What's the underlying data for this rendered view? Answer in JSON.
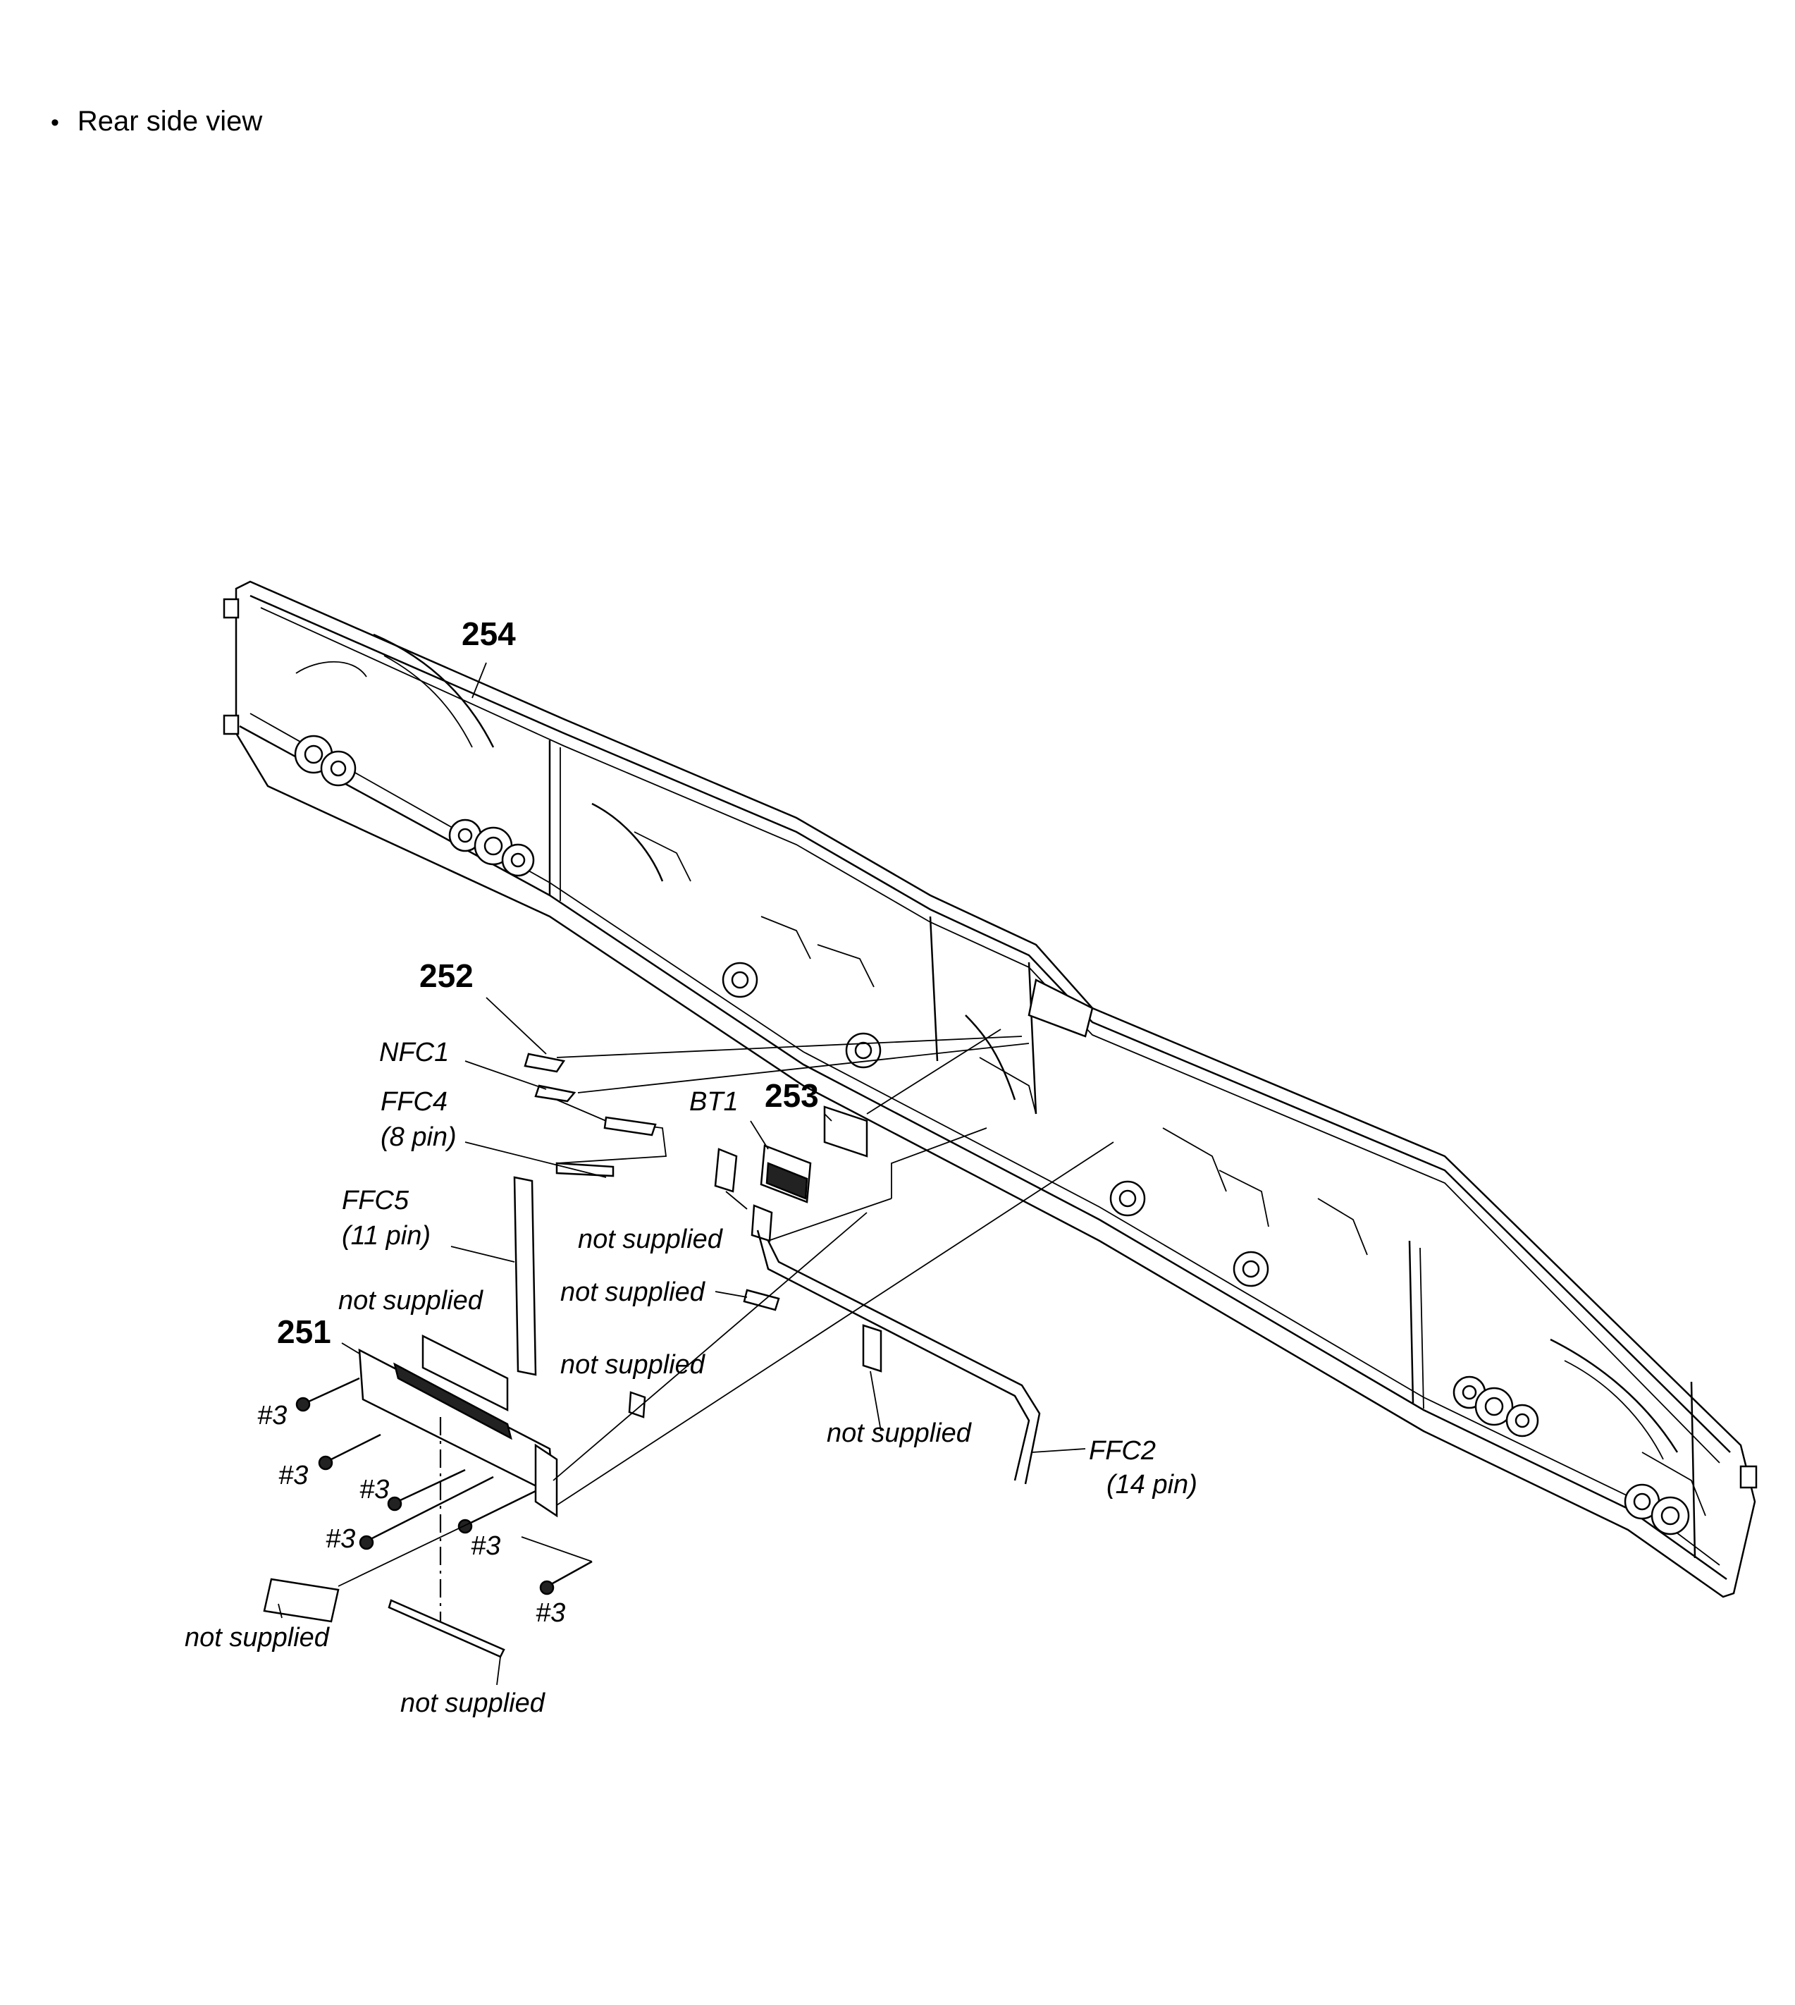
{
  "header": {
    "bullet": "•",
    "title": "Rear side view"
  },
  "callouts": {
    "p254": "254",
    "p252": "252",
    "p253": "253",
    "p251": "251",
    "nfc1": "NFC1",
    "bt1": "BT1",
    "ffc4": "FFC4",
    "ffc4_pins": "(8 pin)",
    "ffc5": "FFC5",
    "ffc5_pins": "(11 pin)",
    "ffc2": "FFC2",
    "ffc2_pins": "(14 pin)",
    "screw": "#3",
    "not_supplied": "not supplied"
  }
}
